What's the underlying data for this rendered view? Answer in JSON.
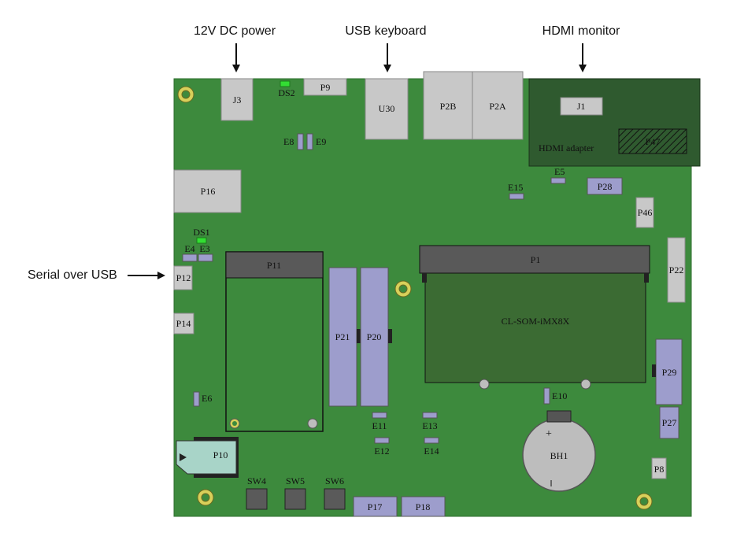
{
  "colors": {
    "pcb": "#3d8a3d",
    "pcb_border": "#2f6f2f",
    "connector_gray": "#c8c8c8",
    "connector_purple": "#9d9dcc",
    "som": "#3b6b33",
    "som_header": "#595959",
    "hdmi_adapter": "#2f5a2f",
    "led_green": "#33dd33",
    "mount_hole": "#d8d05a",
    "battery": "#bdbdbd",
    "switch": "#5a5a5a",
    "sd_card": "#a8d4c8"
  },
  "icons": {
    "arrow": "arrow-icon",
    "mount_hole": "mounting-hole-icon",
    "led": "led-icon"
  },
  "callouts": {
    "power": "12V DC power",
    "keyboard": "USB keyboard",
    "monitor": "HDMI monitor",
    "serial": "Serial over USB"
  },
  "labels": {
    "J3": "J3",
    "DS2": "DS2",
    "P9": "P9",
    "U30": "U30",
    "P2B": "P2B",
    "P2A": "P2A",
    "J1": "J1",
    "hdmi_adapter": "HDMI adapter",
    "P47": "P47",
    "E8": "E8",
    "E9": "E9",
    "E5": "E5",
    "E15": "E15",
    "P28": "P28",
    "P46": "P46",
    "P16": "P16",
    "DS1": "DS1",
    "E4": "E4",
    "E3": "E3",
    "P12": "P12",
    "P11": "P11",
    "P1": "P1",
    "P22": "P22",
    "som": "CL-SOM-iMX8X",
    "P14": "P14",
    "P21": "P21",
    "P20": "P20",
    "P29": "P29",
    "E10": "E10",
    "E6": "E6",
    "E11": "E11",
    "E13": "E13",
    "P27": "P27",
    "plus": "+",
    "BH1": "BH1",
    "E12": "E12",
    "E14": "E14",
    "P10": "P10",
    "P8": "P8",
    "SW4": "SW4",
    "SW5": "SW5",
    "SW6": "SW6",
    "P17": "P17",
    "P18": "P18"
  }
}
